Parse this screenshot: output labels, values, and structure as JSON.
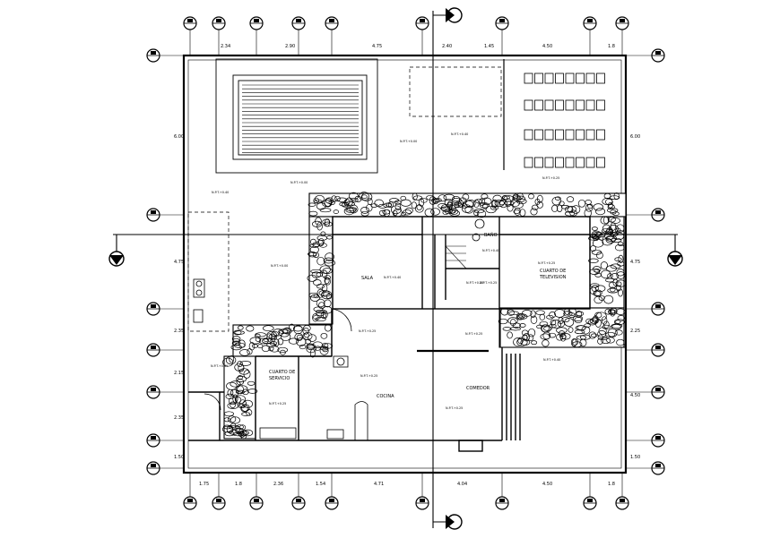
{
  "colors": {
    "ink": "#000000",
    "paper": "#ffffff",
    "hatch": "#555555"
  },
  "top_dims": [
    "2.34",
    "2.90",
    "4.75",
    "2.40",
    "1.45",
    "4.50",
    "1.8"
  ],
  "bottom_dims": [
    "1.75",
    "1.8",
    "2.36",
    "1.54",
    "4.71",
    "4.04",
    "4.50",
    "1.8"
  ],
  "left_dims": [
    "6.00",
    "4.75",
    "2.35",
    "2.15",
    "2.35",
    "1.50"
  ],
  "right_dims": [
    "6.00",
    "4.75",
    "2.25",
    "4.50",
    "1.50"
  ],
  "rooms": {
    "sala": "SALA",
    "cocina": "COCINA",
    "comedor": "COMEDOR",
    "bano": "BAÑO",
    "tv_line1": "CUARTO DE",
    "tv_line2": "TELEVISION",
    "serv_line1": "CUARTO DE",
    "serv_line2": "SERVICIO"
  },
  "levels": {
    "l1": "N.P.T.+0.00",
    "l2": "N.P.T.+0.00",
    "l3": "N.P.T.+0.40",
    "l4": "N.P.T.+0.25",
    "l5": "N.P.T.+0.40",
    "l6": "N.P.T.+0.00",
    "l7": "N.P.T.+0.40",
    "l8": "N.P.T.+0.40",
    "l9": "N.P.T.+0.25",
    "l10": "N.P.T.+0.25",
    "l11": "N.P.T.+0.25",
    "l12": "N.P.T.+0.40",
    "l13": "N.P.T.+0.25",
    "l14": "N.P.T.+0.25",
    "l15": "N.P.T.+0.25",
    "l16": "N.P.T.+0.25",
    "l17": "N.P.T.+0.40",
    "l18": "N.P.T.+0.25"
  }
}
